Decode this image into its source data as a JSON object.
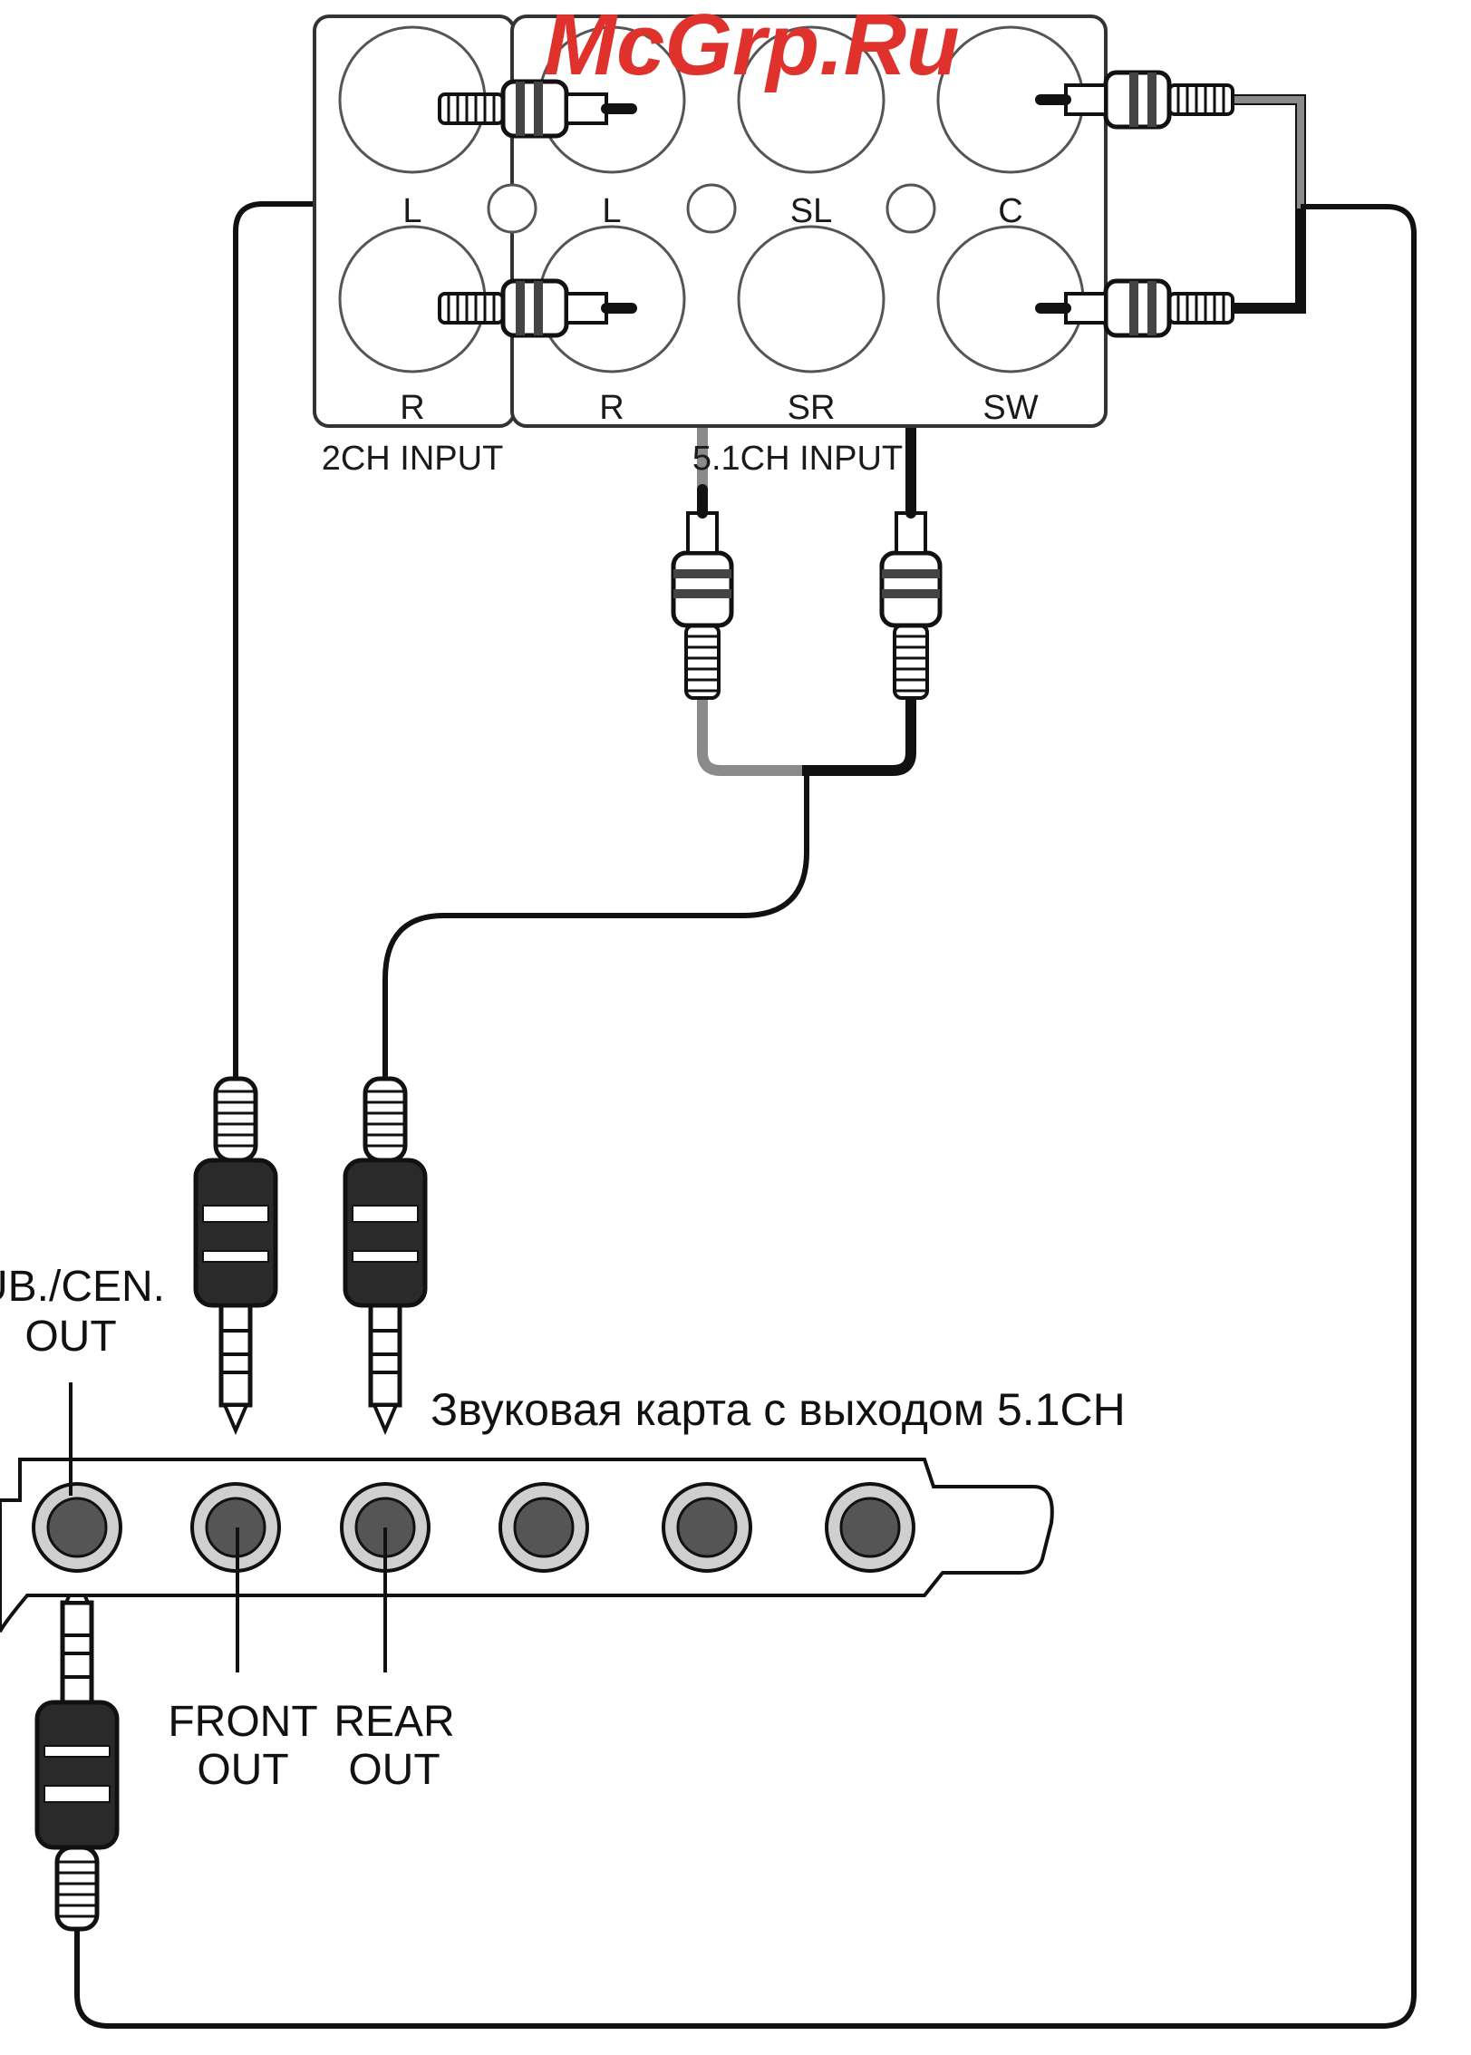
{
  "watermark": "McGrp.Ru",
  "panel": {
    "group_2ch": "2CH INPUT",
    "group_51ch": "5.1CH INPUT",
    "jacks_2ch": [
      "L",
      "R"
    ],
    "jacks_51ch": [
      "L",
      "R",
      "SL",
      "SR",
      "C",
      "SW"
    ]
  },
  "sound_card": {
    "caption": "Звуковая карта с выходом 5.1CH",
    "sub_cen_label_1": "UB./CEN.",
    "sub_cen_label_2": "OUT",
    "front_label_1": "FRONT",
    "front_label_2": "OUT",
    "rear_label_1": "REAR",
    "rear_label_2": "OUT"
  },
  "colors": {
    "watermark": "#e0322d",
    "cable_dark": "#111111",
    "cable_gray": "#8a8a8a"
  }
}
